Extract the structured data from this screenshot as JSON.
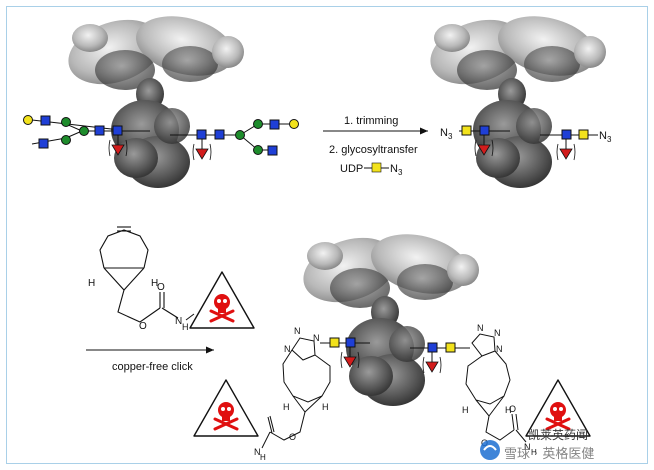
{
  "colors": {
    "frame": "#a9d0e8",
    "glcnac": "#1f3fd6",
    "mannose": "#1e8c2c",
    "galactose": "#f2e21c",
    "fucose": "#d21c1c",
    "toxin": "#e01010",
    "protein_light": "#c8c8c8",
    "protein_dark": "#5a5a5a"
  },
  "step1": {
    "label_1": "1. trimming",
    "label_2": "2. glycosyltransfer",
    "reagent_prefix": "UDP",
    "reagent_suffix": "N",
    "reagent_subscript": "3"
  },
  "product1": {
    "azide_left": "N",
    "azide_left_sub": "3",
    "azide_right": "N",
    "azide_right_sub": "3"
  },
  "step2": {
    "label": "copper-free click",
    "h_top": "H",
    "h_bottom": "H",
    "o_ring": "O",
    "o_carbonyl": "O",
    "nh": "N",
    "nh_h": "H"
  },
  "product2": {
    "triazole_left": [
      "N",
      "N",
      "N"
    ],
    "triazole_right": [
      "N",
      "N",
      "N"
    ],
    "left_h1": "H",
    "left_h2": "H",
    "left_nh": "H",
    "left_n": "N",
    "left_o": "O",
    "right_h1": "H",
    "right_h2": "H",
    "right_o1": "O",
    "right_o2": "O",
    "right_nh": "N",
    "right_nh_h": "H"
  },
  "watermark": {
    "text_top": "凯莱英药闻",
    "text_bottom": "雪球 · 英格医健"
  }
}
